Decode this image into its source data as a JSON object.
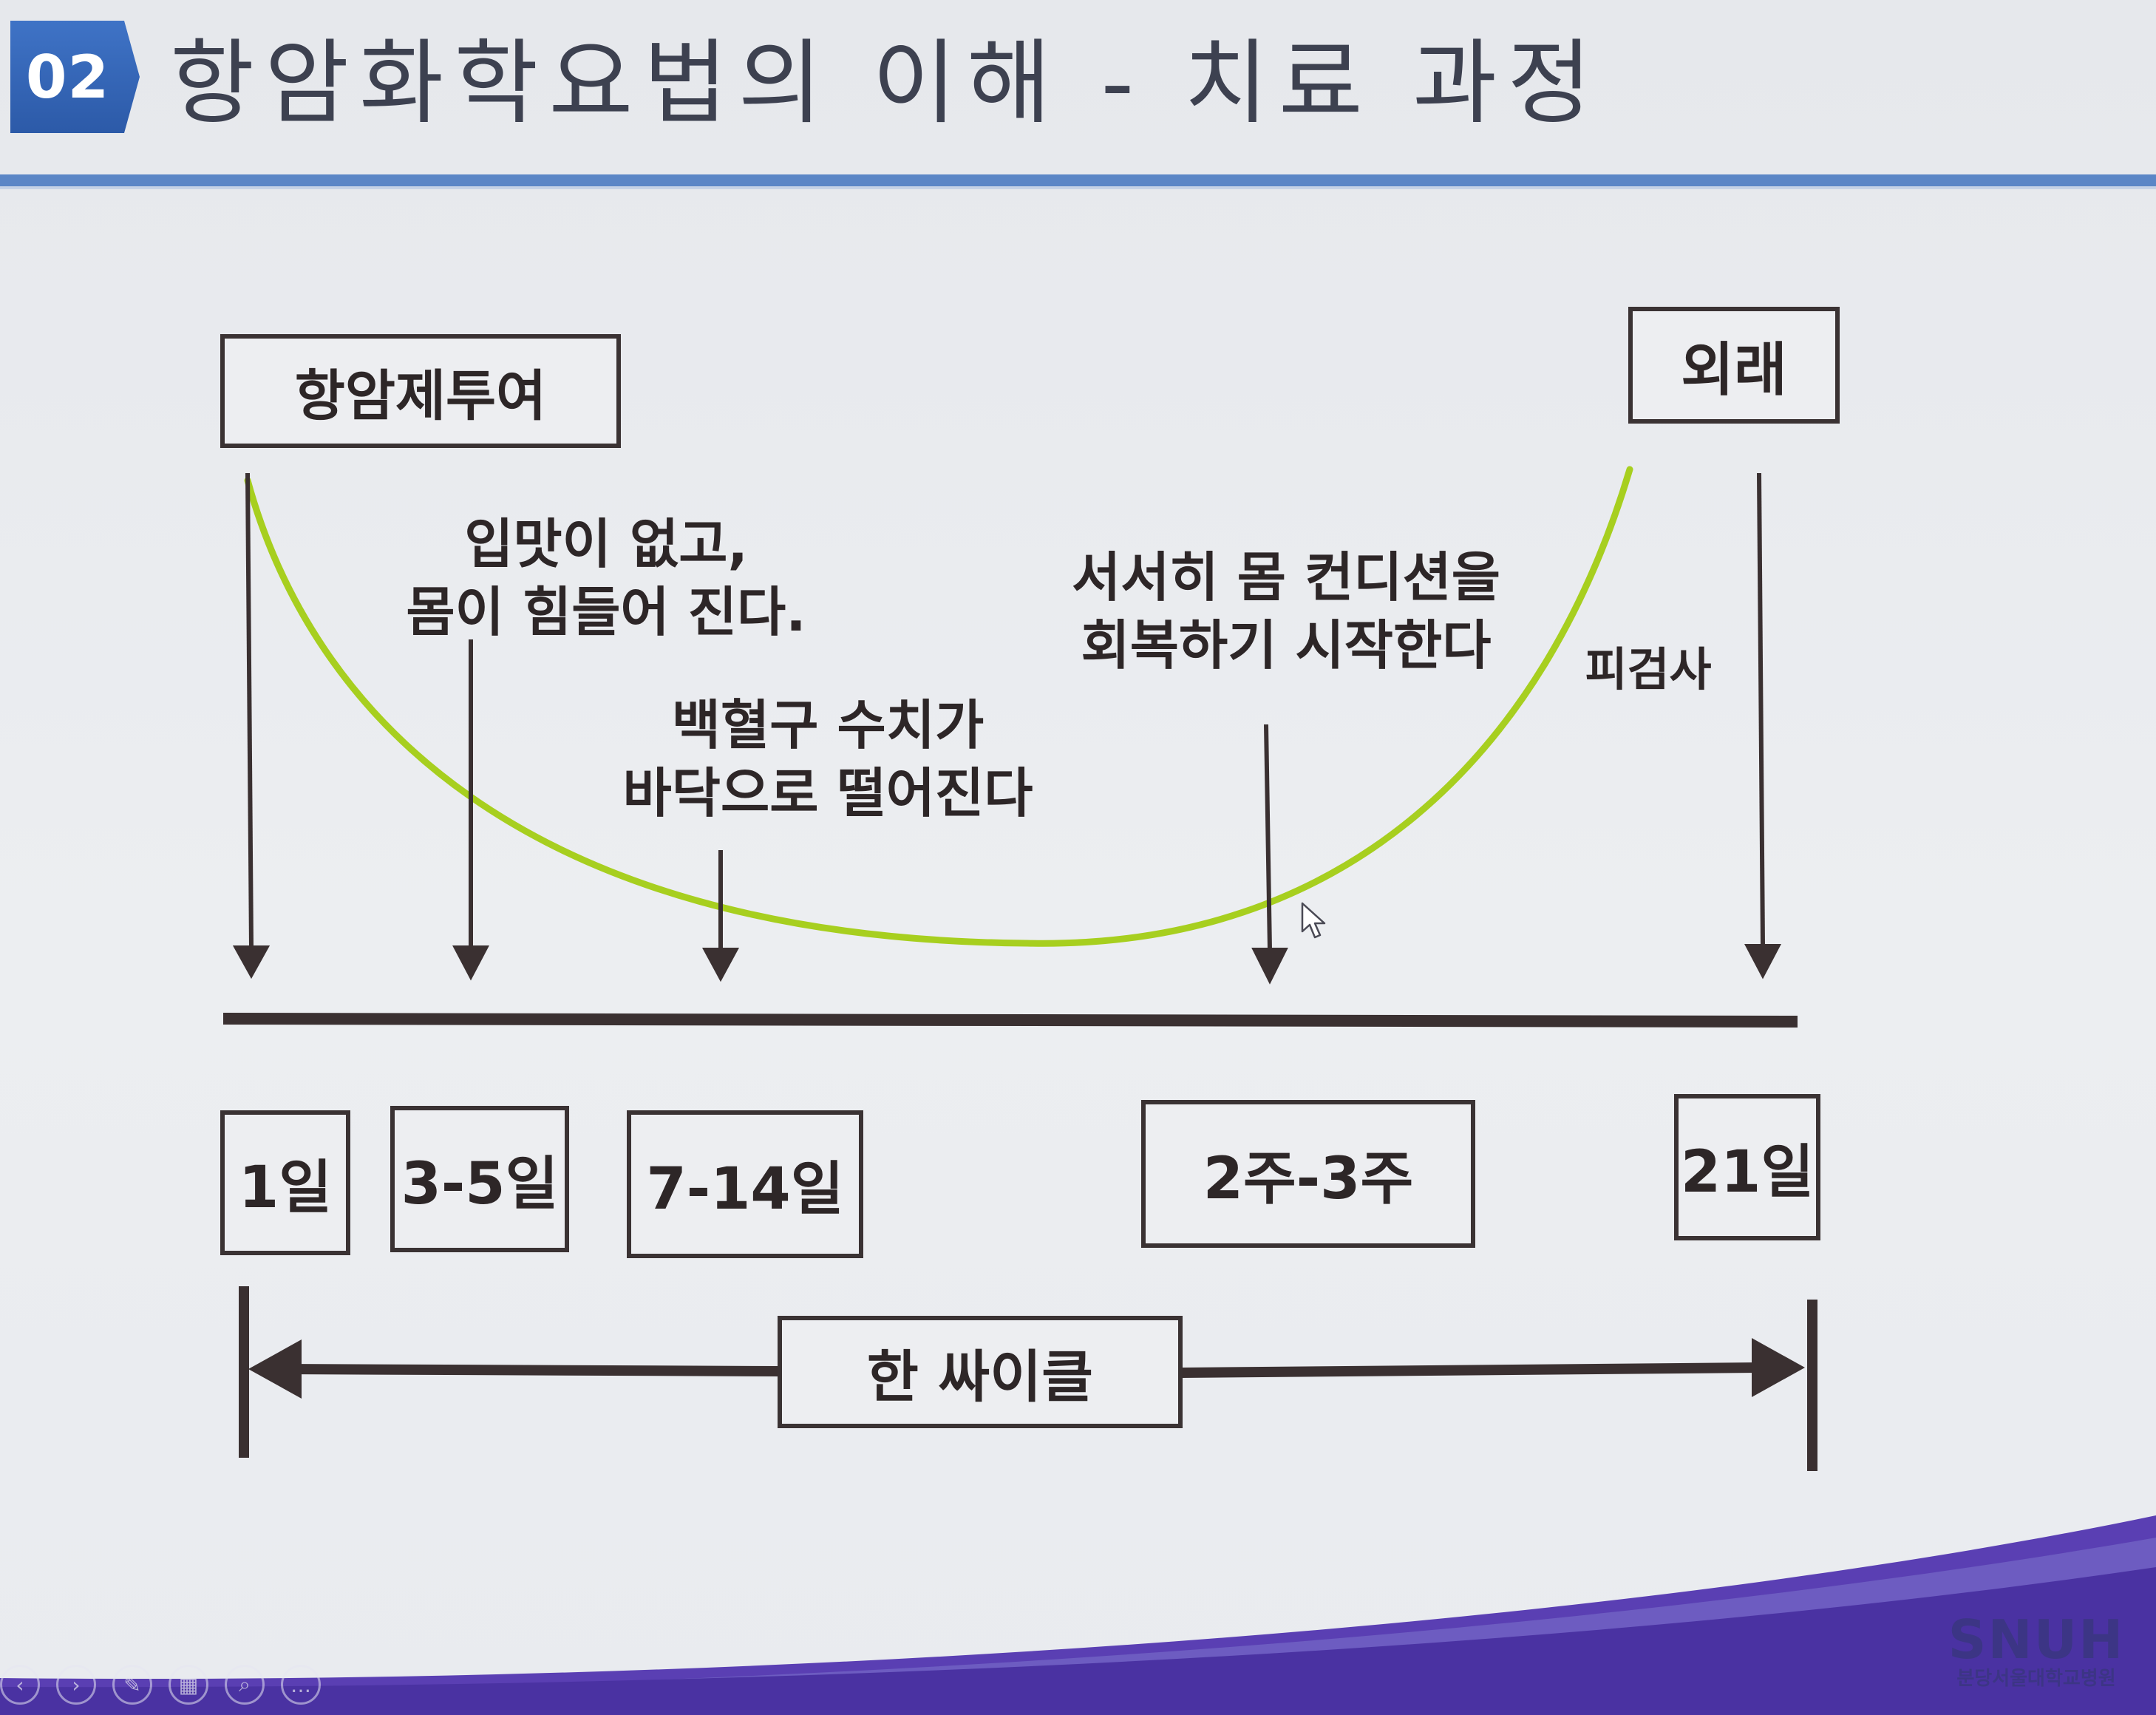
{
  "header": {
    "badge": "02",
    "title": "항암화학요법의 이해 - 치료 과정"
  },
  "diagram": {
    "start_label": "항암제투여",
    "end_label": "외래",
    "notes": {
      "appetite_line1": "입맛이 없고,",
      "appetite_line2": "몸이 힘들어 진다.",
      "wbc_line1": "백혈구 수치가",
      "wbc_line2": "바닥으로 떨어진다",
      "recovery_line1": "서서히 몸 컨디션을",
      "recovery_line2": "회복하기 시작한다",
      "blood_test": "피검사"
    },
    "days": [
      "1일",
      "3-5일",
      "7-14일",
      "2주-3주",
      "21일"
    ],
    "cycle_label": "한 싸이클",
    "colors": {
      "curve": "#a7cf1f",
      "ink": "#3a3031",
      "accent": "#3f73c6"
    }
  },
  "footer": {
    "logo_mark": "SNUH",
    "logo_sub": "분당서울대학교병원",
    "toolbar": [
      "prev-icon",
      "play-icon",
      "pen-icon",
      "slides-icon",
      "zoom-icon",
      "more-icon"
    ]
  }
}
